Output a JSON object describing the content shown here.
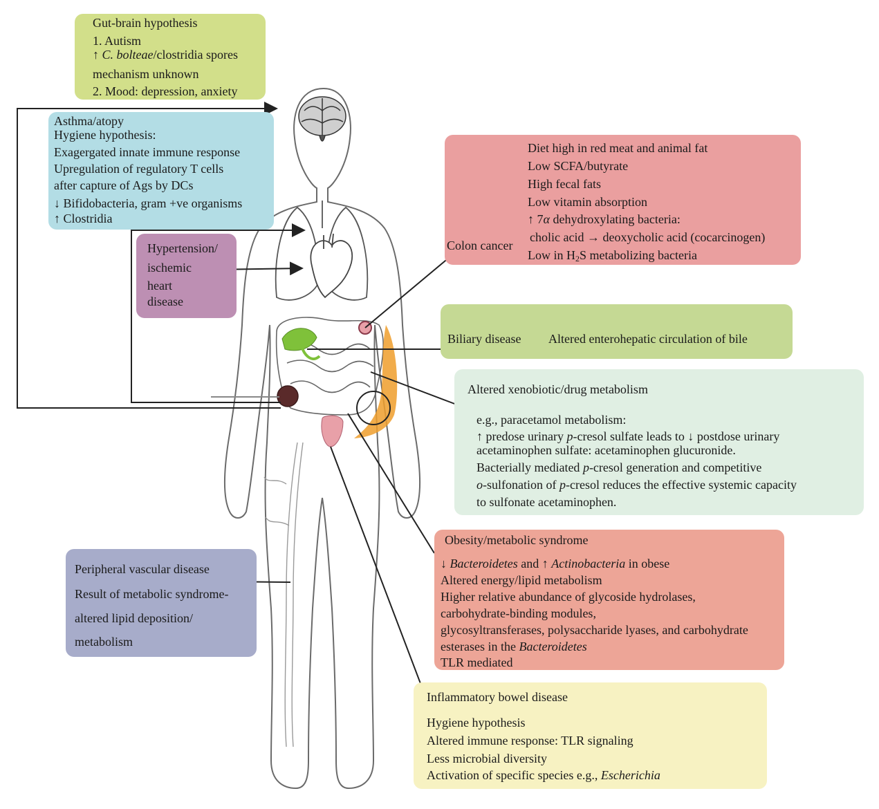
{
  "figure": {
    "gut_brain": {
      "title": "Gut-brain hypothesis",
      "l1": "1. Autism",
      "l2_prefix": "↑ ",
      "l2_italic": "C. bolteae",
      "l2_rest": "/clostridia spores",
      "l3": "mechanism unknown",
      "l4": "2. Mood: depression, anxiety"
    },
    "asthma": {
      "title": "Asthma/atopy",
      "l1": "Hygiene hypothesis:",
      "l2": "Exagergated innate immune response",
      "l3": "Upregulation of regulatory T cells",
      "l4": "after capture of Ags by DCs",
      "l5": "↓ Bifidobacteria, gram +ve organisms",
      "l6": "↑ Clostridia"
    },
    "hypertension": {
      "l1": "Hypertension/",
      "l2": "ischemic",
      "l3": "heart",
      "l4": "disease"
    },
    "colon": {
      "title": "Colon cancer",
      "l1": "Diet high in red meat and animal fat",
      "l2": "Low SCFA/butyrate",
      "l3": "High fecal fats",
      "l4": "Low vitamin absorption",
      "l5_a": "↑ 7",
      "l5_greek": "α",
      "l5_b": " dehydroxylating bacteria:",
      "l6": "cholic acid → deoxycholic acid (cocarcinogen)",
      "l7_a": "Low in H",
      "l7_sub": "2",
      "l7_b": "S metabolizing bacteria"
    },
    "biliary": {
      "title": "Biliary disease",
      "text": "Altered enterohepatic circulation of bile"
    },
    "xeno": {
      "title": "Altered xenobiotic/drug metabolism",
      "l1": "e.g., paracetamol metabolism:",
      "l2_a": "↑ predose urinary ",
      "l2_i": "p",
      "l2_b": "-cresol sulfate leads to ↓ postdose urinary",
      "l3": "acetaminophen sulfate: acetaminophen glucuronide.",
      "l4_a": "Bacterially mediated ",
      "l4_i": "p",
      "l4_b": "-cresol generation and competitive",
      "l5_i1": "o",
      "l5_a": "-sulfonation of ",
      "l5_i2": "p",
      "l5_b": "-cresol reduces the effective systemic capacity",
      "l6": "to sulfonate acetaminophen."
    },
    "obesity": {
      "title": "Obesity/metabolic syndrome",
      "l1_a": "↓ ",
      "l1_i1": "Bacteroidetes",
      "l1_b": " and ↑ ",
      "l1_i2": "Actinobacteria",
      "l1_c": " in obese",
      "l2": "Altered energy/lipid metabolism",
      "l3": "Higher relative abundance of glycoside hydrolases,",
      "l4": "carbohydrate-binding modules,",
      "l5": "glycosyltransferases, polysaccharide lyases, and carbohydrate",
      "l6_a": "esterases in the ",
      "l6_i": "Bacteroidetes",
      "l7": "TLR mediated"
    },
    "pvd": {
      "title": "Peripheral vascular disease",
      "l1": "Result of metabolic syndrome-",
      "l2": "altered lipid deposition/",
      "l3": "metabolism"
    },
    "ibd": {
      "title": "Inflammatory bowel disease",
      "l1": "Hygiene hypothesis",
      "l2": "Altered immune response: TLR signaling",
      "l3": "Less microbial diversity",
      "l4_a": "Activation of specific species e.g., ",
      "l4_i": "Escherichia"
    }
  },
  "colors": {
    "gut_brain": "#d2df8a",
    "asthma": "#b3dde5",
    "hypertension": "#bd8fb3",
    "colon": "#ea9f9f",
    "biliary": "#c5d994",
    "xeno": "#e0efe3",
    "obesity": "#eda597",
    "pvd": "#a7acca",
    "ibd": "#f7f2c2",
    "organ_green": "#7fc13a",
    "organ_orange": "#ef9d2c",
    "organ_pink": "#e8a0a8"
  }
}
